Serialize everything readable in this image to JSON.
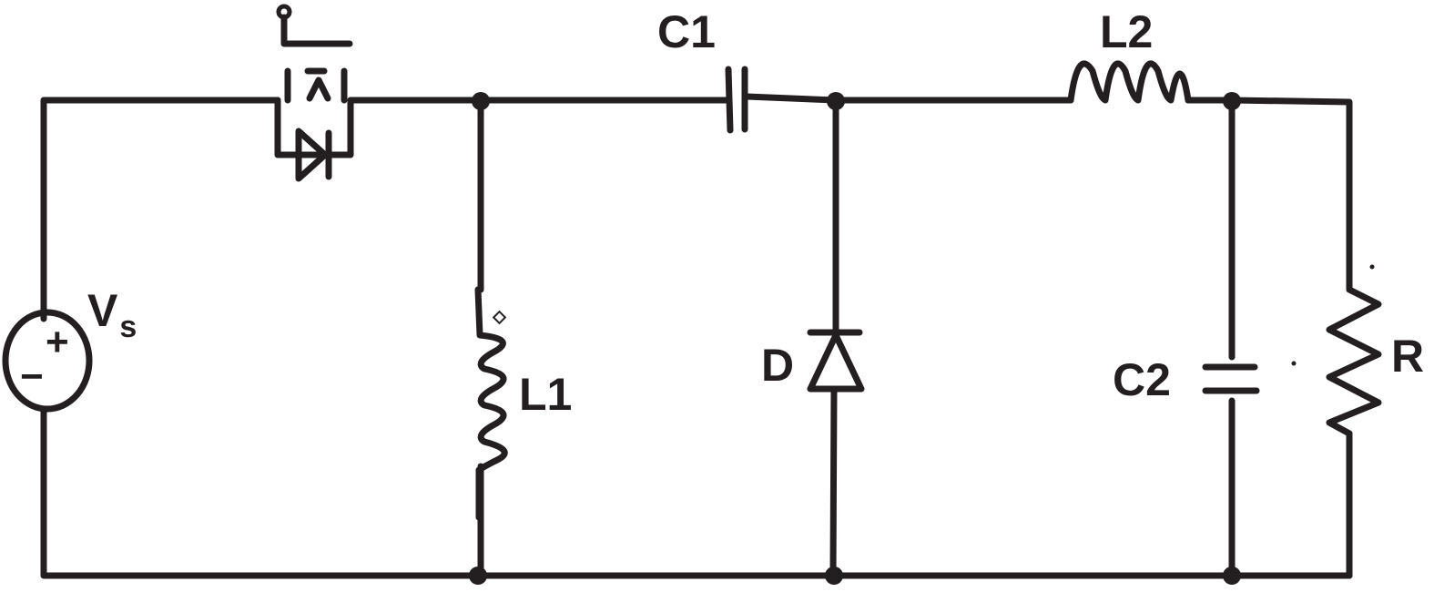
{
  "labels": {
    "source": "V",
    "source_sub": "s",
    "source_plus": "+",
    "source_minus": "−",
    "capacitor_1": "C1",
    "inductor_2": "L2",
    "inductor_1": "L1",
    "diode": "D",
    "capacitor_2": "C2",
    "resistor": "R"
  },
  "colors": {
    "ink": "#231f20",
    "background": "#ffffff"
  }
}
